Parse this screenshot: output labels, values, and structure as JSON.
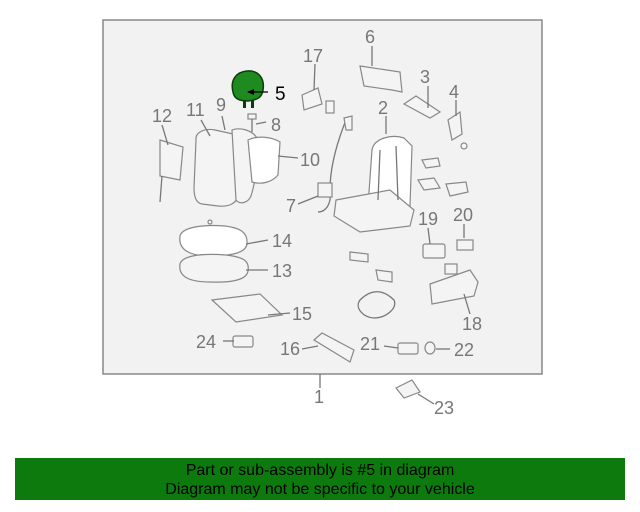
{
  "callouts": {
    "c1": "1",
    "c2": "2",
    "c3": "3",
    "c4": "4",
    "c5": "5",
    "c6": "6",
    "c7": "7",
    "c8": "8",
    "c9": "9",
    "c10": "10",
    "c11": "11",
    "c12": "12",
    "c13": "13",
    "c14": "14",
    "c15": "15",
    "c16": "16",
    "c17": "17",
    "c18": "18",
    "c19": "19",
    "c20": "20",
    "c21": "21",
    "c22": "22",
    "c23": "23",
    "c24": "24"
  },
  "highlight_color": "#1f8a1f",
  "banner": {
    "line1": "Part or sub-assembly is #5 in diagram",
    "line2": "Diagram may not be specific to your vehicle",
    "background": "#0d7a0d"
  }
}
